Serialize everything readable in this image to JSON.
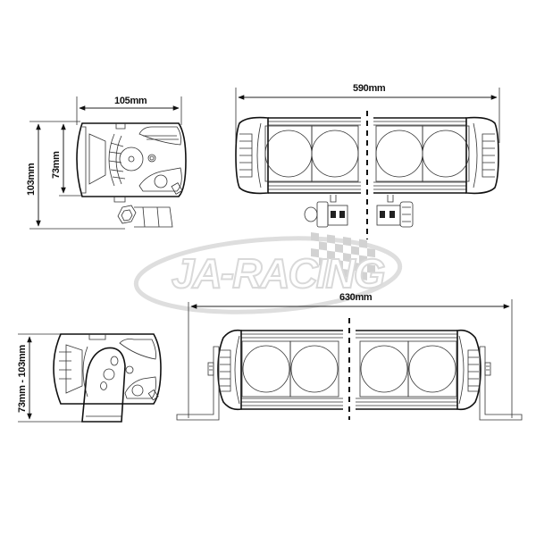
{
  "watermark": {
    "brand": "JA-RACING",
    "colors": {
      "fill": "#ffffff",
      "outline": "#d9d9d9",
      "flag": "#cfcfcf"
    }
  },
  "views": {
    "side_view_top": {
      "name": "Side view with bracket",
      "dimensions": {
        "width": "105mm",
        "height_total": "103mm",
        "height_housing": "73mm"
      }
    },
    "front_view_top": {
      "name": "Front view, bottom mount",
      "dimensions": {
        "length": "590mm"
      },
      "lens_count": 4
    },
    "side_view_bottom": {
      "name": "Side view with side bracket",
      "dimensions": {
        "height_range": "73mm - 103mm"
      }
    },
    "front_view_bottom": {
      "name": "Front view, side mount brackets",
      "dimensions": {
        "length": "630mm"
      },
      "lens_count": 4
    }
  },
  "line_color": "#222222",
  "background": "#ffffff"
}
